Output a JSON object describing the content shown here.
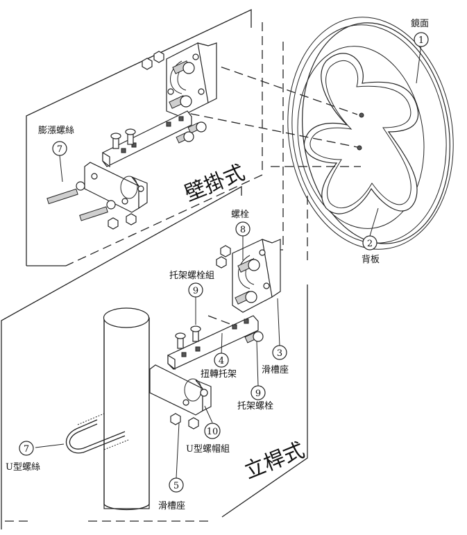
{
  "labels": {
    "mirror": "鏡面",
    "backplate": "背板",
    "expansion_screw": "膨漲螺絲",
    "wall_mount": "壁掛式",
    "bolt": "螺栓",
    "bracket_bolt_set": "托架螺栓組",
    "slide_seat_3": "滑槽座",
    "twist_bracket": "扭轉托架",
    "bracket_bolt": "托架螺栓",
    "u_nut_set": "U型螺帽組",
    "pole_mount": "立桿式",
    "u_screw": "U型螺絲",
    "slide_seat_5": "滑槽座"
  },
  "callouts": {
    "c1": "1",
    "c2": "2",
    "c3": "3",
    "c4": "4",
    "c5": "5",
    "c7a": "7",
    "c7b": "7",
    "c8": "8",
    "c9a": "9",
    "c9b": "9",
    "c10": "10"
  }
}
